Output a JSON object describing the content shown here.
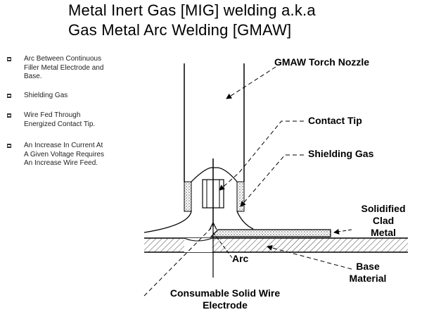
{
  "title": {
    "line1": "Metal Inert Gas [MIG] welding  a.k.a",
    "line2": "Gas Metal Arc Welding [GMAW]"
  },
  "bullets": [
    "Arc Between Continuous\nFiller Metal Electrode and\nBase.",
    "Shielding Gas",
    "Wire Fed Through\nEnergized Contact Tip.",
    "An Increase In Current At\nA Given Voltage Requires\nAn Increase Wire Feed."
  ],
  "labels": {
    "torch_nozzle": "GMAW Torch Nozzle",
    "contact_tip": "Contact Tip",
    "shielding_gas": "Shielding Gas",
    "solidified_clad_metal": "Solidified\nClad\nMetal",
    "arc": "Arc",
    "base_material": "Base\nMaterial",
    "consumable_electrode": "Consumable Solid Wire\nElectrode"
  }
}
